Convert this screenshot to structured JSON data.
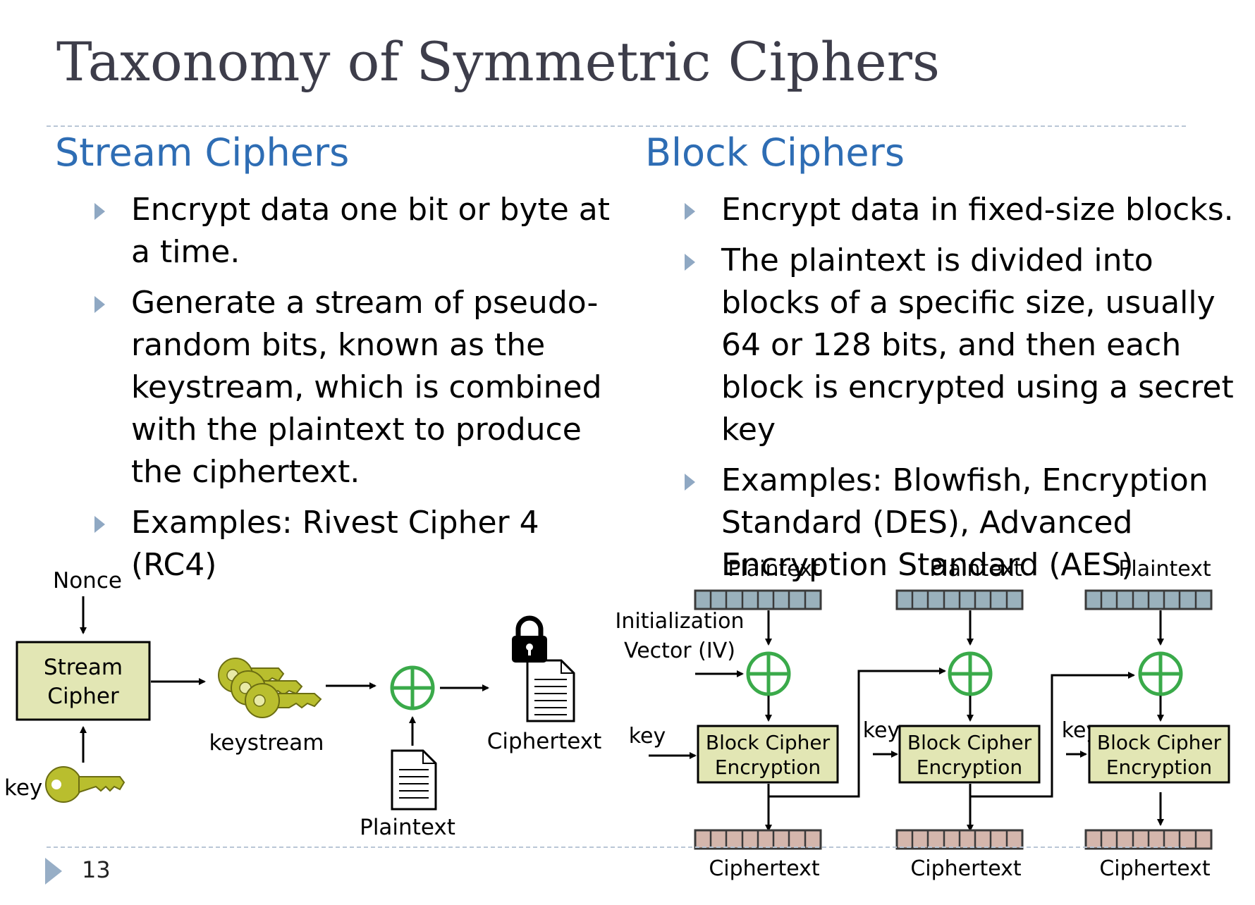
{
  "title": "Taxonomy of Symmetric Ciphers",
  "stream": {
    "heading": "Stream Ciphers",
    "bullets": [
      "Encrypt data one bit or byte at a time.",
      "Generate a stream of pseudo-random bits, known as the keystream, which is combined with the plaintext to produce the ciphertext.",
      "Examples: Rivest Cipher 4 (RC4)"
    ],
    "diagram": {
      "nonce": "Nonce",
      "box_line1": "Stream",
      "box_line2": "Cipher",
      "key": "key",
      "keystream": "keystream",
      "plaintext": "Plaintext",
      "ciphertext": "Ciphertext"
    }
  },
  "block": {
    "heading": "Block Ciphers",
    "bullets": [
      "Encrypt data in fixed-size blocks.",
      "The plaintext is divided into blocks of a specific size, usually 64 or 128 bits, and then each block is encrypted using a secret key",
      "Examples: Blowfish, Encryption Standard (DES),  Advanced Encryption Standard (AES)"
    ],
    "diagram": {
      "plaintext": "Plaintext",
      "ciphertext": "Ciphertext",
      "iv_line1": "Initialization",
      "iv_line2": "Vector (IV)",
      "key": "key",
      "box_line1": "Block Cipher",
      "box_line2": "Encryption"
    }
  },
  "page_number": "13",
  "colors": {
    "heading_blue": "#2e6db4",
    "title_gray": "#3d3d4a",
    "box_fill": "#e2e6b4",
    "xor_green": "#3aaa4a",
    "key_olive": "#b9be2e",
    "plaintext_block": "#9ab1bc",
    "ciphertext_block": "#d4b6ac"
  }
}
